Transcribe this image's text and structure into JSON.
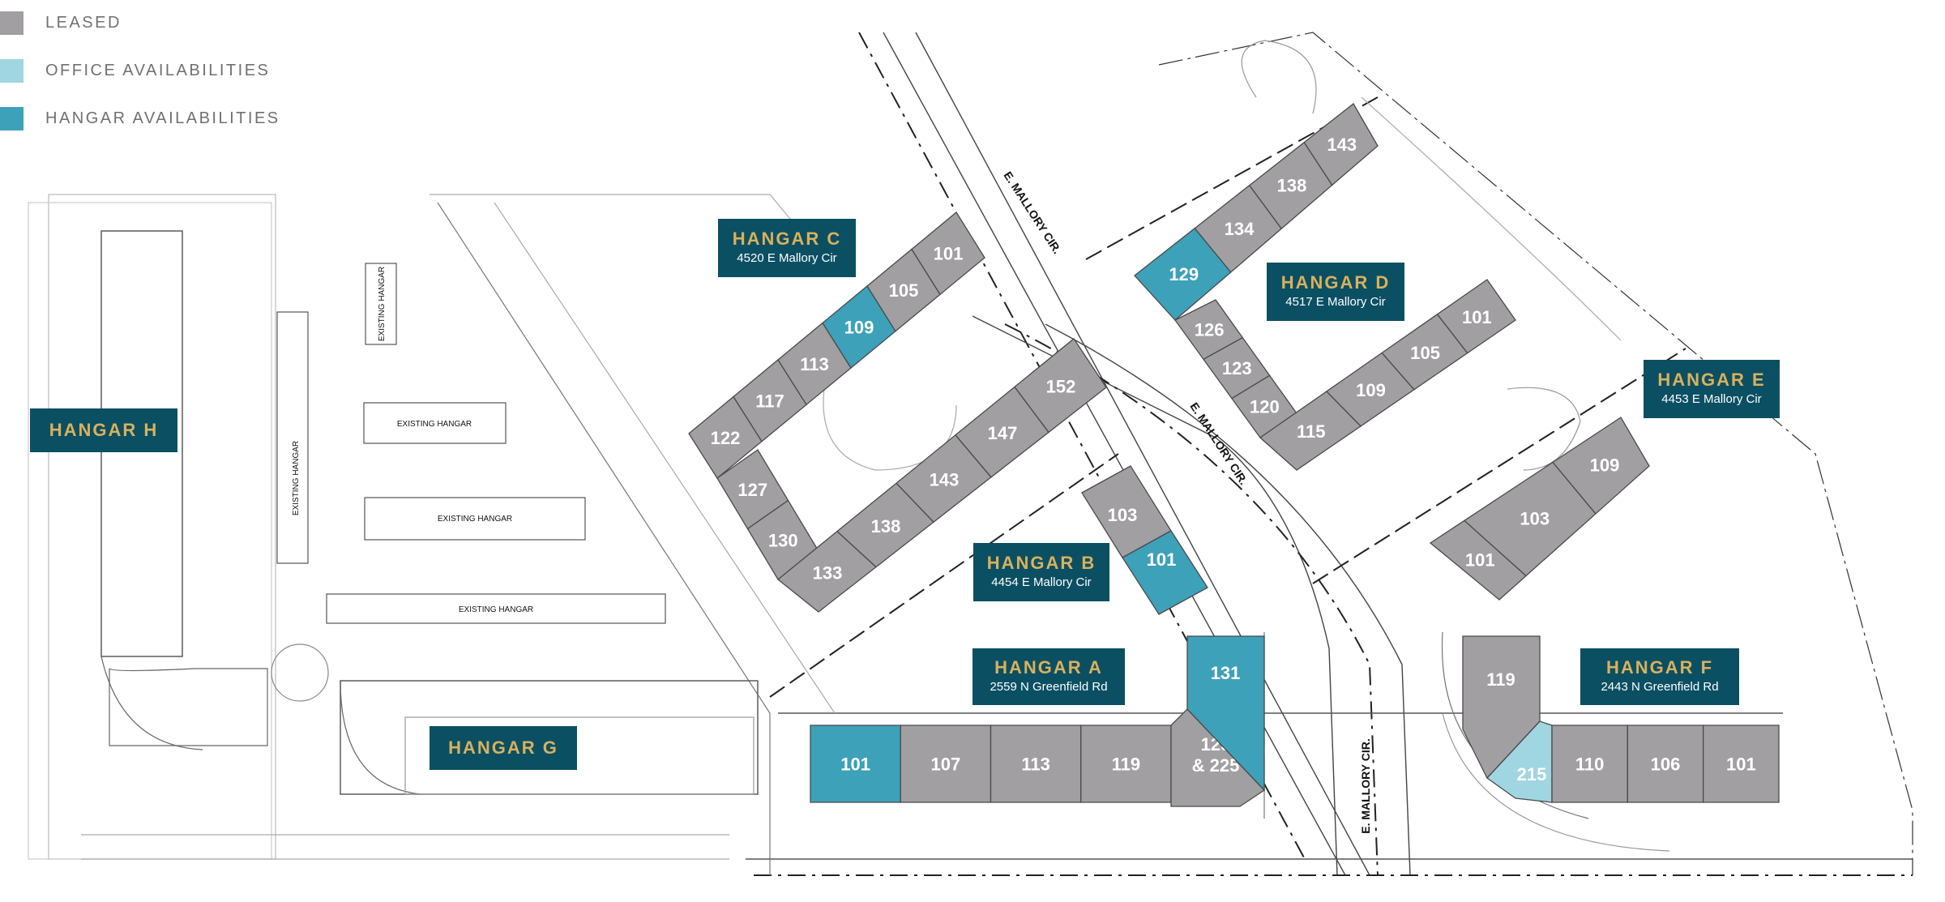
{
  "colors": {
    "leased": "#a19fa2",
    "office": "#9fd6e1",
    "hangar": "#3da1b9",
    "label_bg": "#0b4f63",
    "label_title": "#d9b15c",
    "unit_text": "#ffffff"
  },
  "legend": [
    {
      "key": "leased",
      "label": "LEASED"
    },
    {
      "key": "office",
      "label": "OFFICE AVAILABILITIES"
    },
    {
      "key": "hangar",
      "label": "HANGAR AVAILABILITIES"
    }
  ],
  "hangars": [
    {
      "name": "HANGAR A",
      "address": "2559 N Greenfield Rd"
    },
    {
      "name": "HANGAR B",
      "address": "4454 E Mallory Cir"
    },
    {
      "name": "HANGAR C",
      "address": "4520 E Mallory Cir"
    },
    {
      "name": "HANGAR D",
      "address": "4517 E Mallory Cir"
    },
    {
      "name": "HANGAR E",
      "address": "4453 E Mallory Cir"
    },
    {
      "name": "HANGAR F",
      "address": "2443 N Greenfield Rd"
    },
    {
      "name": "HANGAR G",
      "address": ""
    },
    {
      "name": "HANGAR H",
      "address": ""
    }
  ],
  "units": {
    "hangar_a": [
      {
        "label": "101",
        "status": "hangar"
      },
      {
        "label": "107",
        "status": "leased"
      },
      {
        "label": "113",
        "status": "leased"
      },
      {
        "label": "119",
        "status": "leased"
      },
      {
        "label": "125",
        "label2": "& 225",
        "status": "leased"
      },
      {
        "label": "131",
        "status": "hangar"
      }
    ],
    "hangar_b": [
      {
        "label": "103",
        "status": "leased"
      },
      {
        "label": "101",
        "status": "hangar"
      }
    ],
    "hangar_c_top": [
      {
        "label": "122",
        "status": "leased"
      },
      {
        "label": "117",
        "status": "leased"
      },
      {
        "label": "113",
        "status": "leased"
      },
      {
        "label": "109",
        "status": "hangar"
      },
      {
        "label": "105",
        "status": "leased"
      },
      {
        "label": "101",
        "status": "leased"
      }
    ],
    "hangar_c_left": [
      {
        "label": "127",
        "status": "leased"
      },
      {
        "label": "130",
        "status": "leased"
      }
    ],
    "hangar_c_bottom": [
      {
        "label": "133",
        "status": "leased"
      },
      {
        "label": "138",
        "status": "leased"
      },
      {
        "label": "143",
        "status": "leased"
      },
      {
        "label": "147",
        "status": "leased"
      },
      {
        "label": "152",
        "status": "leased"
      }
    ],
    "hangar_d_top": [
      {
        "label": "129",
        "status": "hangar"
      },
      {
        "label": "134",
        "status": "leased"
      },
      {
        "label": "138",
        "status": "leased"
      },
      {
        "label": "143",
        "status": "leased"
      }
    ],
    "hangar_d_left": [
      {
        "label": "126",
        "status": "leased"
      },
      {
        "label": "123",
        "status": "leased"
      },
      {
        "label": "120",
        "status": "leased"
      }
    ],
    "hangar_d_bottom": [
      {
        "label": "115",
        "status": "leased"
      },
      {
        "label": "109",
        "status": "leased"
      },
      {
        "label": "105",
        "status": "leased"
      },
      {
        "label": "101",
        "status": "leased"
      }
    ],
    "hangar_e": [
      {
        "label": "101",
        "status": "leased"
      },
      {
        "label": "103",
        "status": "leased"
      },
      {
        "label": "109",
        "status": "leased"
      }
    ],
    "hangar_f": [
      {
        "label": "119",
        "status": "leased"
      },
      {
        "label": "215",
        "status": "office"
      },
      {
        "label": "110",
        "status": "leased"
      },
      {
        "label": "106",
        "status": "leased"
      },
      {
        "label": "101",
        "status": "leased"
      }
    ]
  },
  "street_labels": [
    "E. MALLORY CIR.",
    "E. MALLORY CIR.",
    "E. MALLORY CIR."
  ],
  "existing_hangars": [
    "EXISTING HANGAR",
    "EXISTING HANGAR",
    "EXISTING HANGAR",
    "EXISTING HANGAR",
    "EXISTING HANGAR"
  ]
}
